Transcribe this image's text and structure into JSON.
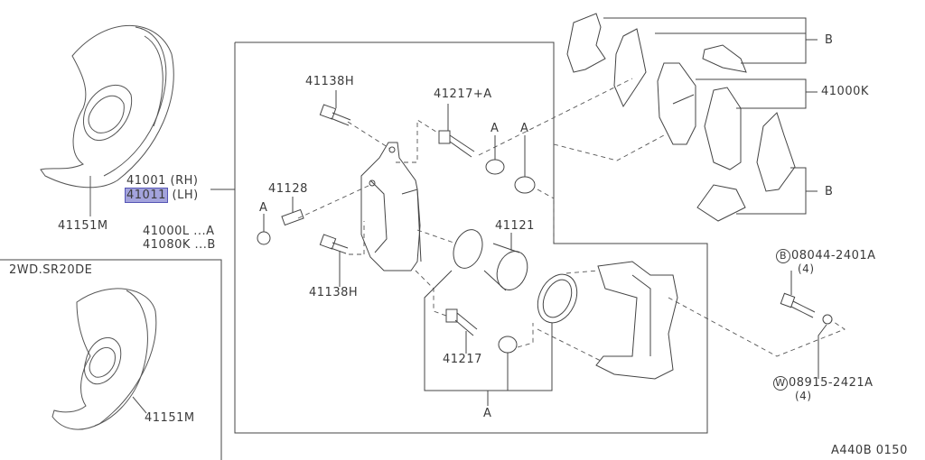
{
  "diagram": {
    "code": "A440B 0150",
    "variant_label": "2WD.SR20DE",
    "colors": {
      "line": "#444444",
      "highlight_fill": "#a3a3dc",
      "highlight_border": "#5555b5",
      "background": "#ffffff"
    }
  },
  "callouts": {
    "shield_top": "41151M",
    "shield_bottom": "41151M",
    "caliper_rh_num": "41001",
    "caliper_rh_side": "(RH)",
    "caliper_lh_num": "41011",
    "caliper_lh_side": "(LH)",
    "kit_a": "41000L ...A",
    "kit_b": "41080K ...B",
    "bolt_top": "41138H",
    "bolt_bottom": "41138H",
    "pin_kit": "41217+A",
    "pin": "41217",
    "bleeder": "41128",
    "piston": "41121",
    "pads": "41000K",
    "ref_a1": "A",
    "ref_a2": "A",
    "ref_a3": "A",
    "ref_a4": "A",
    "ref_b1": "B",
    "ref_b2": "B",
    "bolt_part": "08044-2401A",
    "bolt_qty": "(4)",
    "bolt_prefix": "B",
    "washer_part": "08915-2421A",
    "washer_qty": "(4)",
    "washer_prefix": "W"
  },
  "selected_part": "41011"
}
